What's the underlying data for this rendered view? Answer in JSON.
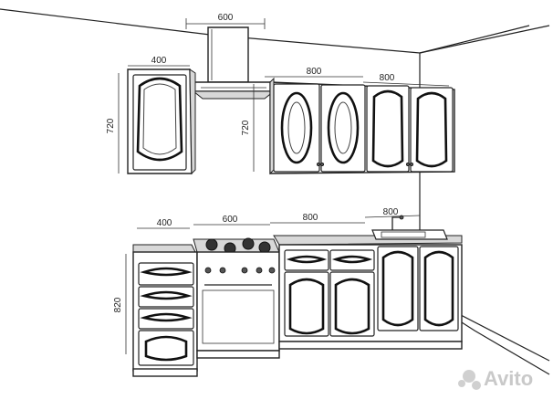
{
  "dimensions": {
    "hood_width": "600",
    "upper_single_width": "400",
    "upper_double_width": "800",
    "upper_right_width": "800",
    "upper_height_left": "720",
    "upper_height_right": "720",
    "base_drawer_width": "400",
    "base_stove_width": "600",
    "base_double_width": "800",
    "base_sink_width": "800",
    "base_height": "820"
  },
  "watermark": "Avito",
  "icons": {
    "watermark_logo": "avito-logo-icon"
  }
}
